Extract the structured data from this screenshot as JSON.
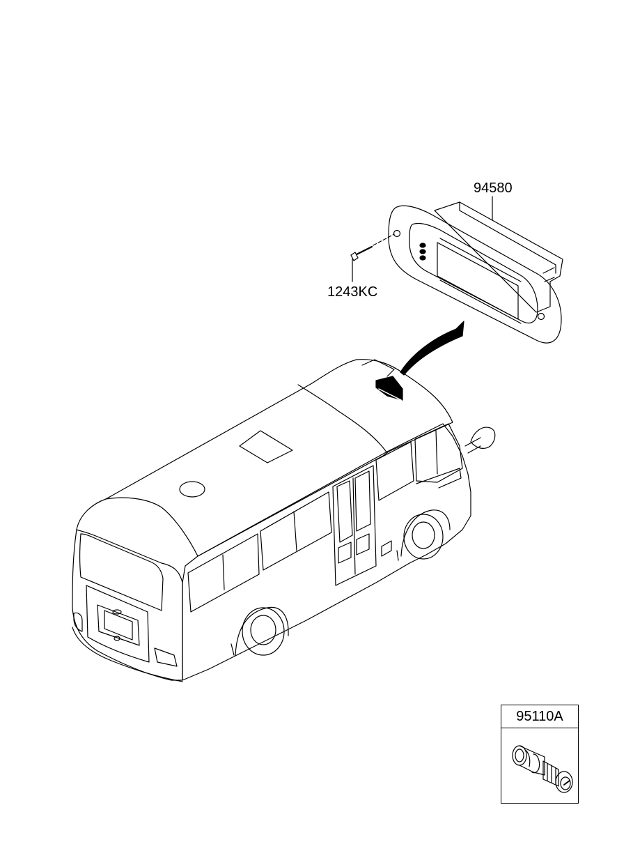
{
  "parts": {
    "display_unit": {
      "number": "94580"
    },
    "screw": {
      "number": "1243KC"
    },
    "inset_part": {
      "number": "95110A"
    }
  },
  "colors": {
    "line": "#000000",
    "background": "#ffffff"
  }
}
